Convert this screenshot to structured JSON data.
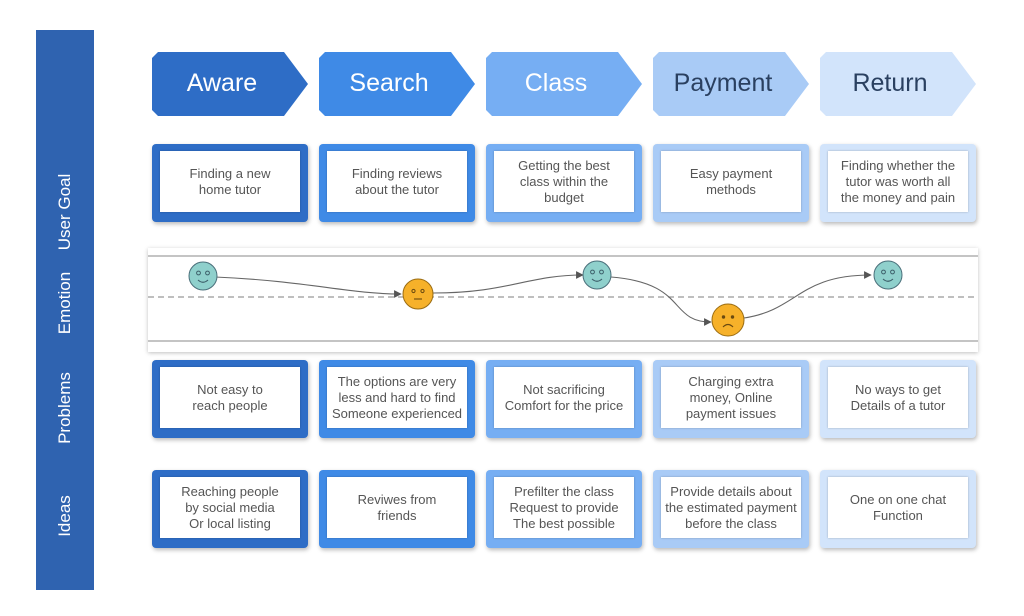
{
  "rows": {
    "user_goal": "User Goal",
    "emotion": "Emotion",
    "problems": "Problems",
    "ideas": "Ideas"
  },
  "stages": [
    {
      "label": "Aware",
      "color": "#2e6dc6",
      "text_color": "#ffffff"
    },
    {
      "label": "Search",
      "color": "#3f8ae6",
      "text_color": "#ffffff"
    },
    {
      "label": "Class",
      "color": "#76aef3",
      "text_color": "#ffffff"
    },
    {
      "label": "Payment",
      "color": "#a9cbf6",
      "text_color": "#2a4060"
    },
    {
      "label": "Return",
      "color": "#d2e4fb",
      "text_color": "#2a4060"
    }
  ],
  "user_goals": [
    "Finding a new\nhome tutor",
    "Finding reviews\nabout the tutor",
    "Getting the best\nclass within the\nbudget",
    "Easy payment\nmethods",
    "Finding whether the\ntutor was worth all\nthe money and pain"
  ],
  "emotions": [
    {
      "stage": "Aware",
      "mood": "happy"
    },
    {
      "stage": "Search",
      "mood": "neutral"
    },
    {
      "stage": "Class",
      "mood": "happy"
    },
    {
      "stage": "Payment",
      "mood": "sad"
    },
    {
      "stage": "Return",
      "mood": "happy"
    }
  ],
  "problems": [
    "Not easy to\nreach people",
    "The options are very\nless and hard to find\nSomeone experienced",
    "Not sacrificing\nComfort for the price",
    "Charging extra\nmoney, Online\npayment issues",
    "No ways to get\nDetails of a tutor"
  ],
  "ideas": [
    "Reaching people\nby social media\nOr local listing",
    "Reviwes from\nfriends",
    "Prefilter the class\nRequest to provide\nThe best possible",
    "Provide details about\nthe estimated payment\nbefore the class",
    "One on one chat\nFunction"
  ],
  "colors": {
    "sidebar": "#2f63b0",
    "happy_face": "#8fd0cc",
    "neutral_face": "#f6b12a",
    "sad_face": "#f6b12a"
  }
}
